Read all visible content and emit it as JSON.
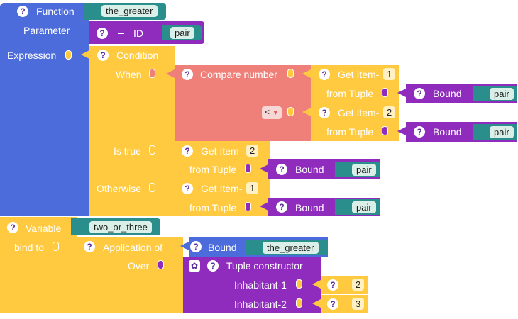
{
  "function_block": {
    "label": "Function",
    "name": "the_greater",
    "parameter_label": "Parameter",
    "id_label": "ID",
    "id_value": "pair",
    "expression_label": "Expression"
  },
  "condition_block": {
    "label": "Condition",
    "when_label": "When",
    "is_true_label": "Is true",
    "otherwise_label": "Otherwise"
  },
  "compare_block": {
    "label": "Compare number",
    "operator": "<"
  },
  "get_items": [
    {
      "label": "Get Item-",
      "index": "1",
      "from_label": "from Tuple",
      "bound_label": "Bound",
      "bound_value": "pair"
    },
    {
      "label": "Get Item-",
      "index": "2",
      "from_label": "from Tuple",
      "bound_label": "Bound",
      "bound_value": "pair"
    },
    {
      "label": "Get Item-",
      "index": "2",
      "from_label": "from Tuple",
      "bound_label": "Bound",
      "bound_value": "pair"
    },
    {
      "label": "Get Item-",
      "index": "1",
      "from_label": "from Tuple",
      "bound_label": "Bound",
      "bound_value": "pair"
    }
  ],
  "variable_block": {
    "label": "Variable",
    "name": "two_or_three",
    "bind_label": "bind to"
  },
  "application_block": {
    "label": "Application of",
    "bound_label": "Bound",
    "bound_value": "the_greater",
    "over_label": "Over"
  },
  "tuple_block": {
    "label": "Tuple constructor",
    "inhabitant1_label": "Inhabitant-1",
    "inhabitant1_value": "2",
    "inhabitant2_label": "Inhabitant-2",
    "inhabitant2_value": "3"
  },
  "colors": {
    "function_blue": "#4c6cdb",
    "expression_yellow": "#ffca40",
    "binding_purple": "#8f2bbd",
    "compare_salmon": "#ef8079",
    "name_teal": "#2a8f8c"
  },
  "icons": {
    "help": "help-icon",
    "gear": "gear-icon"
  }
}
